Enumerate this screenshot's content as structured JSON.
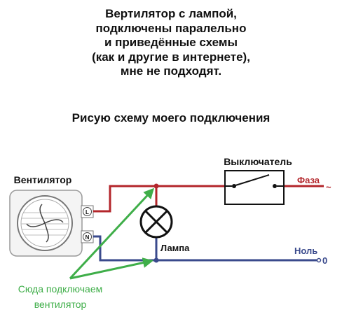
{
  "title_lines": [
    "Вертилятор с лампой,",
    "подключены паралельно",
    "и приведённые схемы",
    "(как и другие в интернете),",
    "мне не подходят."
  ],
  "subtitle": "Рисую схему моего подключения",
  "labels": {
    "fan": "Вентилятор",
    "switch": "Выключатель",
    "phase": "Фаза",
    "phase_symbol": "~",
    "neutral": "Ноль",
    "neutral_symbol": "0",
    "lamp": "Лампа",
    "terminal_l": "L",
    "terminal_n": "N",
    "note_line1": "Сюда подключаем",
    "note_line2": "вентилятор"
  },
  "colors": {
    "phase_wire": "#b3262b",
    "neutral_wire": "#3a4a8c",
    "arrow": "#3fae49",
    "text": "#111111"
  }
}
